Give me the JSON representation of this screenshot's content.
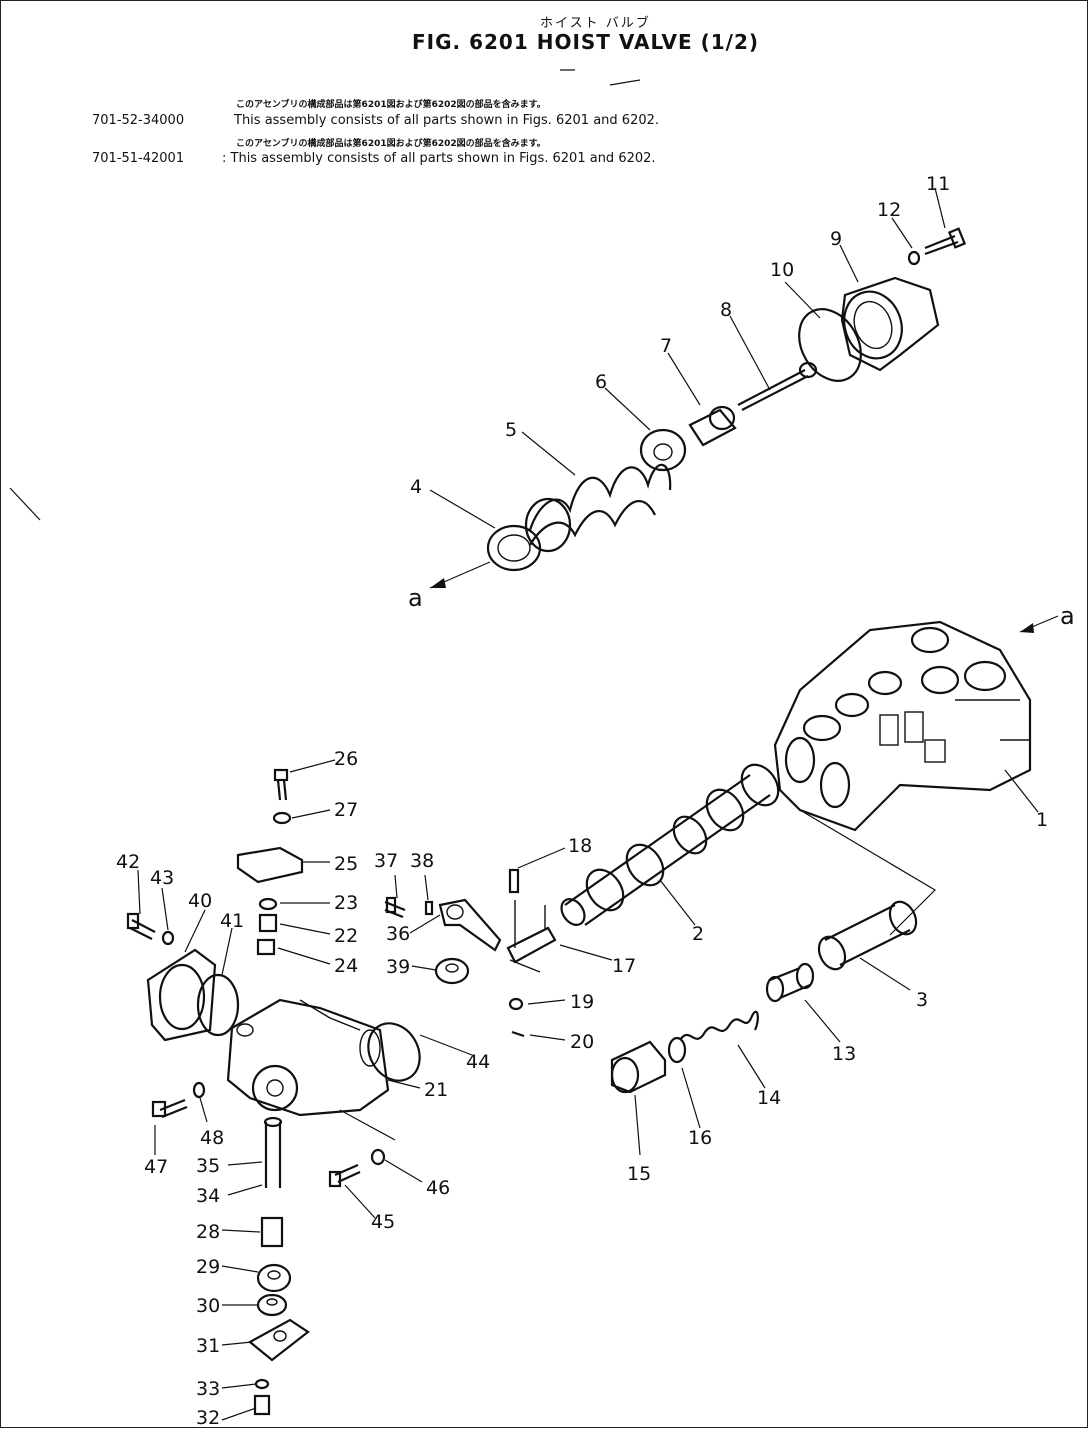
{
  "title": {
    "japanese": "ホイスト バルブ",
    "main": "FIG. 6201  HOIST VALVE  (1/2)"
  },
  "notes": [
    {
      "japanese": "このアセンブリの構成部品は第6201図および第6202図の部品を含みます。",
      "part_no": "701-52-34000",
      "text": "This assembly consists of all parts shown in Figs. 6201 and 6202."
    },
    {
      "japanese": "このアセンブリの構成部品は第6201図および第6202図の部品を含みます。",
      "part_no": "701-51-42001",
      "text": ": This assembly consists of all parts shown in Figs. 6201 and 6202."
    }
  ],
  "arrow_labels": {
    "left": "a",
    "right": "a"
  },
  "part_labels": [
    "1",
    "2",
    "3",
    "4",
    "5",
    "6",
    "7",
    "8",
    "9",
    "10",
    "11",
    "12",
    "13",
    "14",
    "15",
    "16",
    "17",
    "18",
    "19",
    "20",
    "21",
    "22",
    "23",
    "24",
    "25",
    "26",
    "27",
    "28",
    "29",
    "30",
    "31",
    "32",
    "33",
    "34",
    "35",
    "36",
    "37",
    "38",
    "39",
    "40",
    "41",
    "42",
    "43",
    "44",
    "45",
    "46",
    "47",
    "48"
  ]
}
